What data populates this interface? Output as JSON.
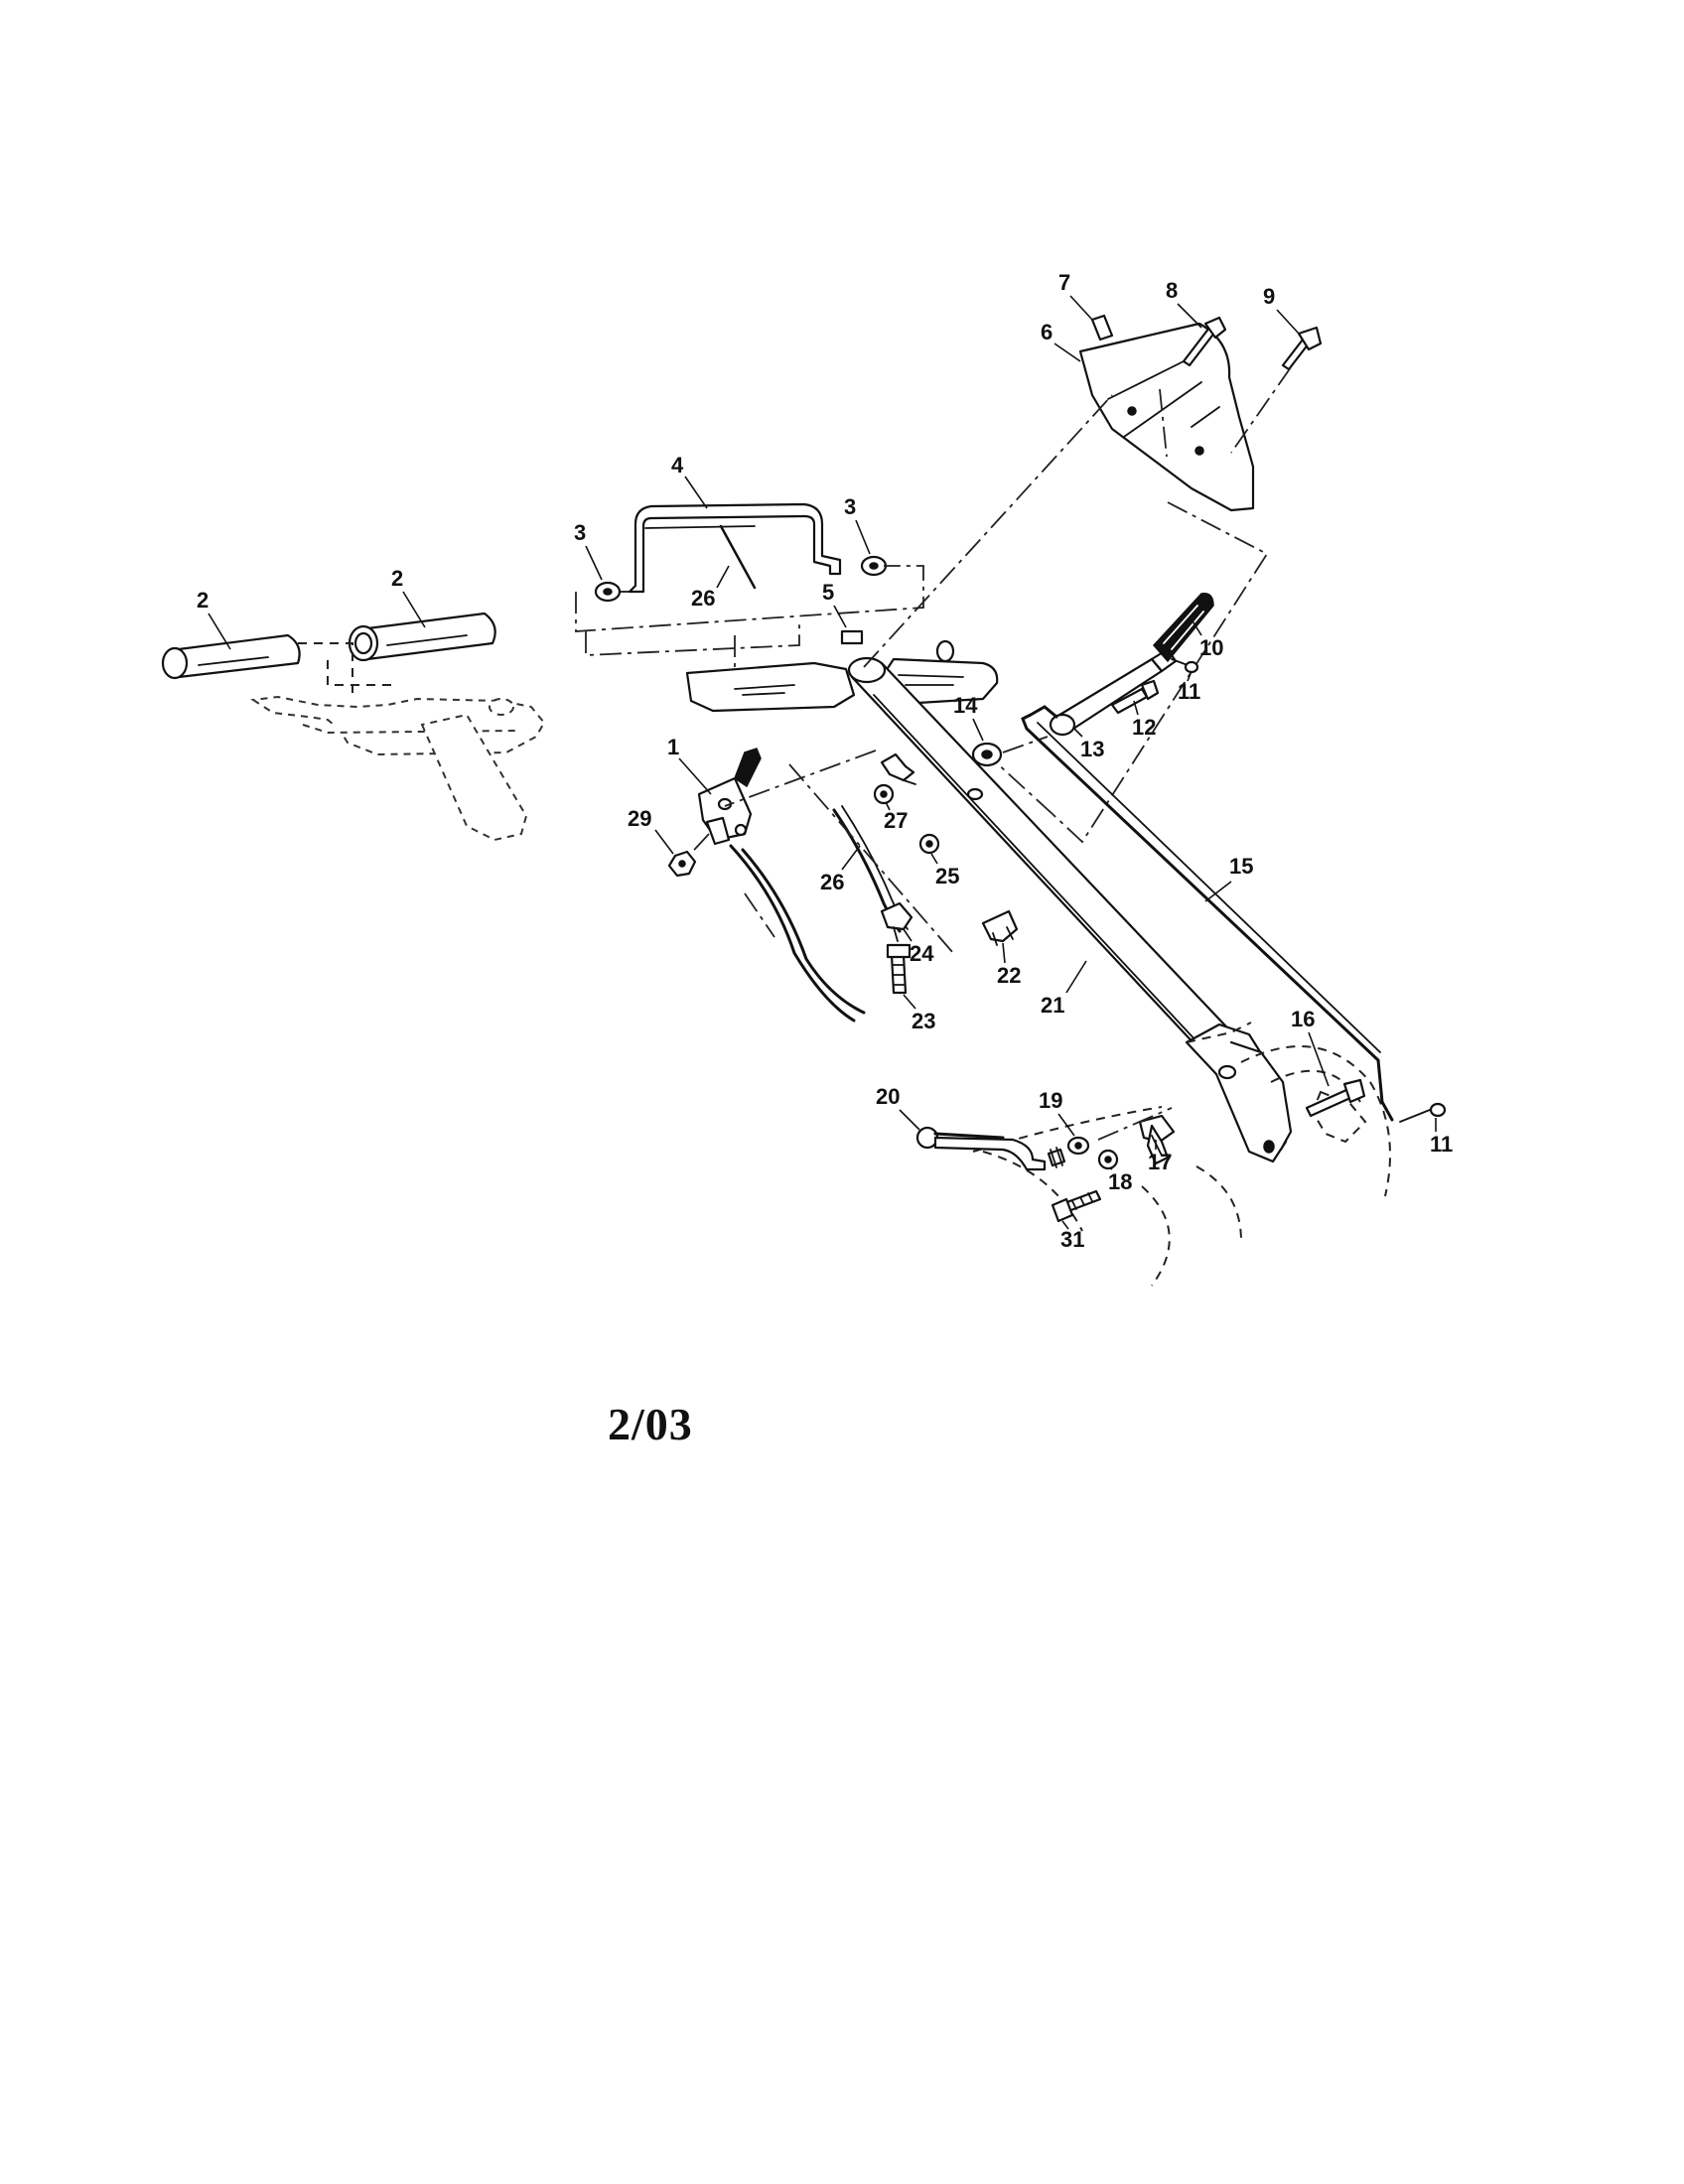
{
  "figure": {
    "date_code": "2/03",
    "callouts": [
      "1",
      "2",
      "2",
      "3",
      "3",
      "4",
      "5",
      "6",
      "7",
      "8",
      "9",
      "10",
      "11",
      "11",
      "12",
      "13",
      "14",
      "15",
      "16",
      "17",
      "18",
      "19",
      "20",
      "21",
      "22",
      "23",
      "24",
      "25",
      "26",
      "26",
      "27",
      "29",
      "31"
    ]
  }
}
